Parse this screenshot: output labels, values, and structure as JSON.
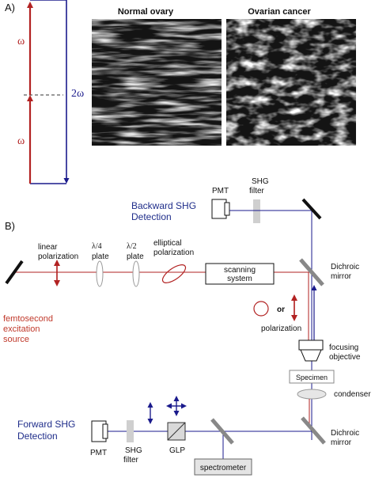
{
  "panel_a": {
    "label": "A)",
    "omega_upper": "ω",
    "omega_lower": "ω",
    "two_omega": "2ω",
    "image_left_title": "Normal ovary",
    "image_right_title": "Ovarian cancer"
  },
  "panel_b": {
    "label": "B)",
    "backward_detection_line1": "Backward SHG",
    "backward_detection_line2": "Detection",
    "forward_detection_line1": "Forward SHG",
    "forward_detection_line2": "Detection",
    "pmt_top": "PMT",
    "pmt_bottom": "PMT",
    "shg_filter_top_line1": "SHG",
    "shg_filter_top_line2": "filter",
    "shg_filter_bottom_line1": "SHG",
    "shg_filter_bottom_line2": "filter",
    "linear_polarization_line1": "linear",
    "linear_polarization_line2": "polarization",
    "quarter_plate_line1": "λ/4",
    "quarter_plate_line2": "plate",
    "half_plate_line1": "λ/2",
    "half_plate_line2": "plate",
    "elliptical_polarization_line1": "elliptical",
    "elliptical_polarization_line2": "polarization",
    "scanning_system_line1": "scanning",
    "scanning_system_line2": "system",
    "dichroic_top_line1": "Dichroic",
    "dichroic_top_line2": "mirror",
    "dichroic_bottom_line1": "Dichroic",
    "dichroic_bottom_line2": "mirror",
    "source_line1": "femtosecond",
    "source_line2": "excitation",
    "source_line3": "source",
    "or_label": "or",
    "polarization_label": "polarization",
    "focusing_objective_line1": "focusing",
    "focusing_objective_line2": "objective",
    "specimen": "Specimen",
    "condenser": "condenser",
    "glp": "GLP",
    "spectrometer": "spectrometer"
  },
  "colors": {
    "red_beam": "#b22222",
    "blue_beam": "#1a1a8c",
    "label_red": "#c0392b",
    "label_blue": "#1f2d8a"
  }
}
